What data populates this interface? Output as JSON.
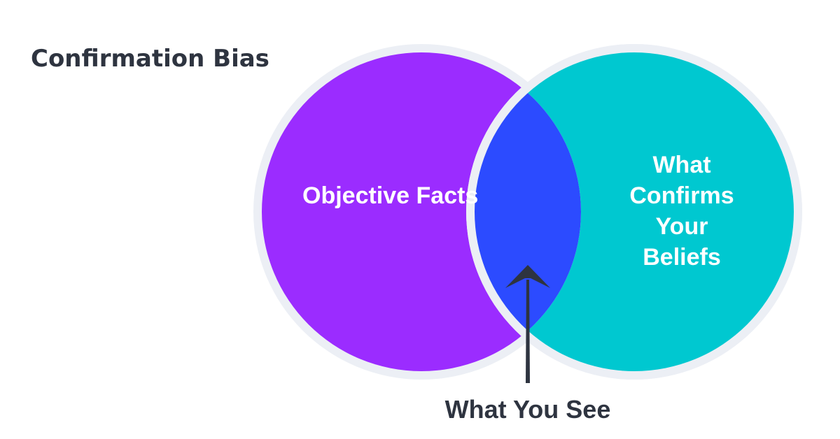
{
  "title": "Confirmation Bias",
  "sets": [
    {
      "id": "left",
      "label": "Objective Facts",
      "color": "#9b2cff"
    },
    {
      "id": "right",
      "label_lines": [
        "What",
        "Confirms",
        "Your",
        "Beliefs"
      ],
      "color": "#00c8d0"
    }
  ],
  "intersection": {
    "label": "What You See",
    "color": "#2c4bff"
  },
  "colors": {
    "ring": "#eceff5",
    "arrow": "#2e3440",
    "text_light": "#ffffff",
    "text_dark": "#2e3440"
  }
}
